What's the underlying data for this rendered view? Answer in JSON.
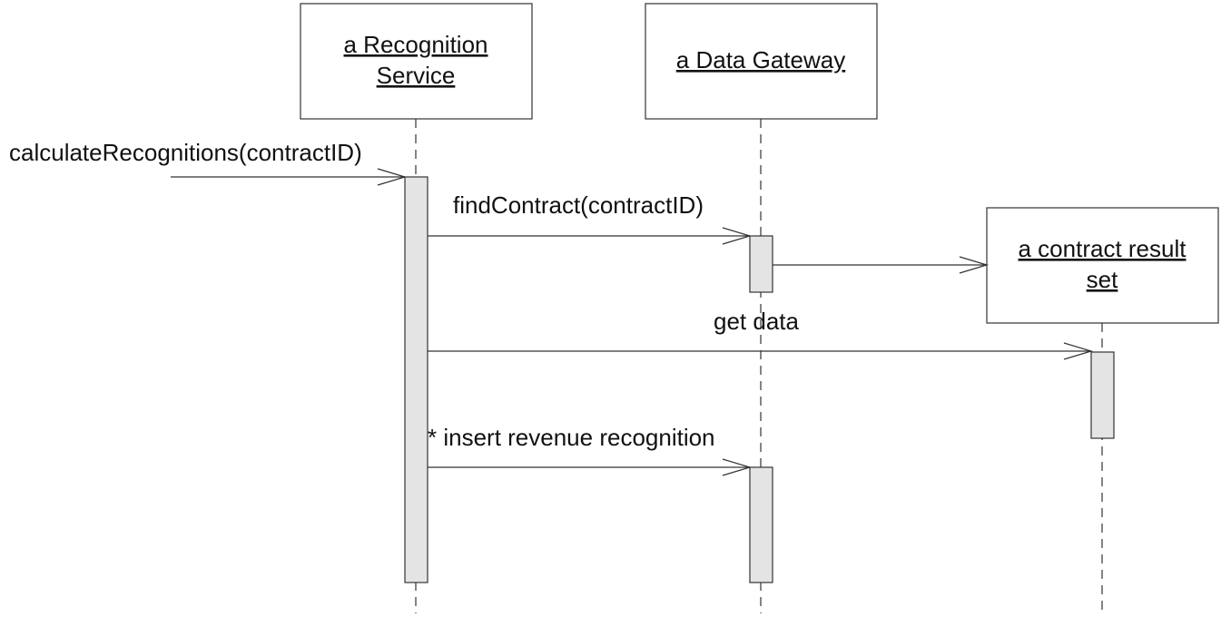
{
  "participants": {
    "recognition_service": {
      "line1": "a Recognition",
      "line2": "Service"
    },
    "data_gateway": {
      "line1": "a Data Gateway"
    },
    "contract_result_set": {
      "line1": "a contract result",
      "line2": "set"
    }
  },
  "messages": {
    "calculate": "calculateRecognitions(contractID)",
    "find_contract": "findContract(contractID)",
    "get_data": "get data",
    "insert": "* insert revenue recognition"
  }
}
